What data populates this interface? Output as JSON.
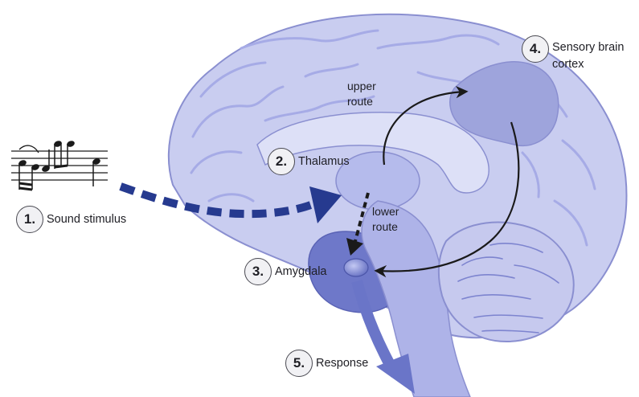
{
  "labels": {
    "stimulus": {
      "number": "1.",
      "text": "Sound stimulus"
    },
    "thalamus": {
      "number": "2.",
      "text": "Thalamus"
    },
    "amygdala": {
      "number": "3.",
      "text": "Amygdala"
    },
    "cortex": {
      "number": "4.",
      "text": "Sensory brain",
      "text2": "cortex"
    },
    "response": {
      "number": "5.",
      "text": "Response"
    }
  },
  "routes": {
    "upper": {
      "line1": "upper",
      "line2": "route"
    },
    "lower": {
      "line1": "lower",
      "line2": "route"
    }
  },
  "colors": {
    "brain_fill": "#c9cdf0",
    "brain_outline": "#8a8fd0",
    "brain_gyri": "#a6abe6",
    "cortex_region": "#9ea4dc",
    "brainstem": "#aeb3e8",
    "cerebellum": "#c6c9ee",
    "blue_arrow": "#263a8f",
    "response_arrow": "#6a75c8",
    "black_arrow": "#1a1a1a"
  }
}
